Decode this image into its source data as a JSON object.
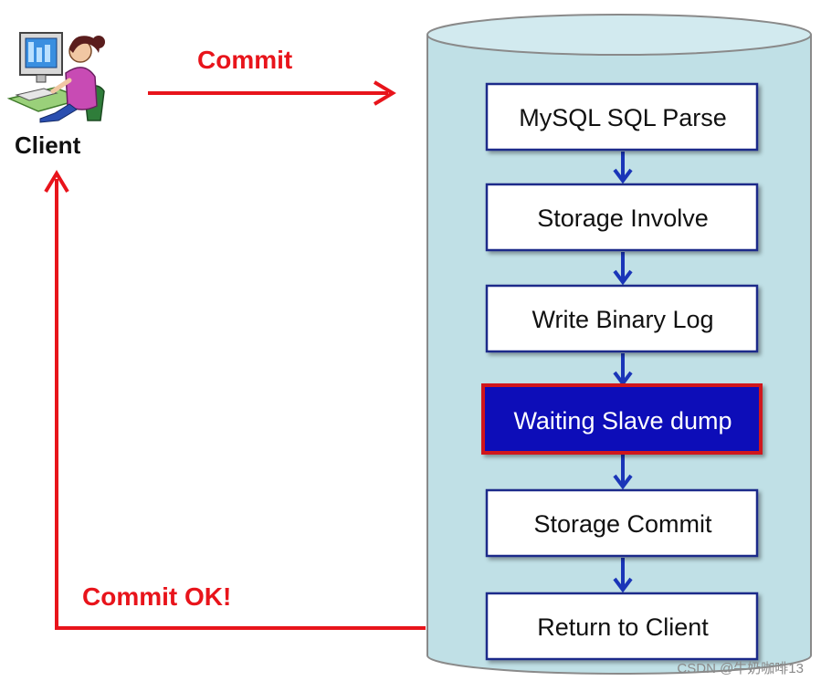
{
  "client": {
    "label": "Client",
    "icon": "computer-user-icon"
  },
  "arrows": {
    "commit_label": "Commit",
    "commit_ok_label": "Commit OK!"
  },
  "database": {
    "icon": "database-cylinder",
    "steps": [
      {
        "label": "MySQL SQL Parse",
        "highlighted": false
      },
      {
        "label": "Storage Involve",
        "highlighted": false
      },
      {
        "label": "Write Binary Log",
        "highlighted": false
      },
      {
        "label": "Waiting Slave dump",
        "highlighted": true
      },
      {
        "label": "Storage Commit",
        "highlighted": false
      },
      {
        "label": "Return to Client",
        "highlighted": false
      }
    ]
  },
  "watermark": "CSDN @牛奶咖啡13",
  "colors": {
    "arrow_red": "#e8141b",
    "cylinder_fill": "#c0e0e6",
    "cylinder_stroke": "#8a8a8a",
    "step_border": "#1f2a8a",
    "step_fill": "#ffffff",
    "highlight_fill": "#0b0bb8",
    "highlight_border": "#d0151c",
    "highlight_text": "#ffffff",
    "flow_arrow": "#1a35b8",
    "text": "#111111"
  }
}
